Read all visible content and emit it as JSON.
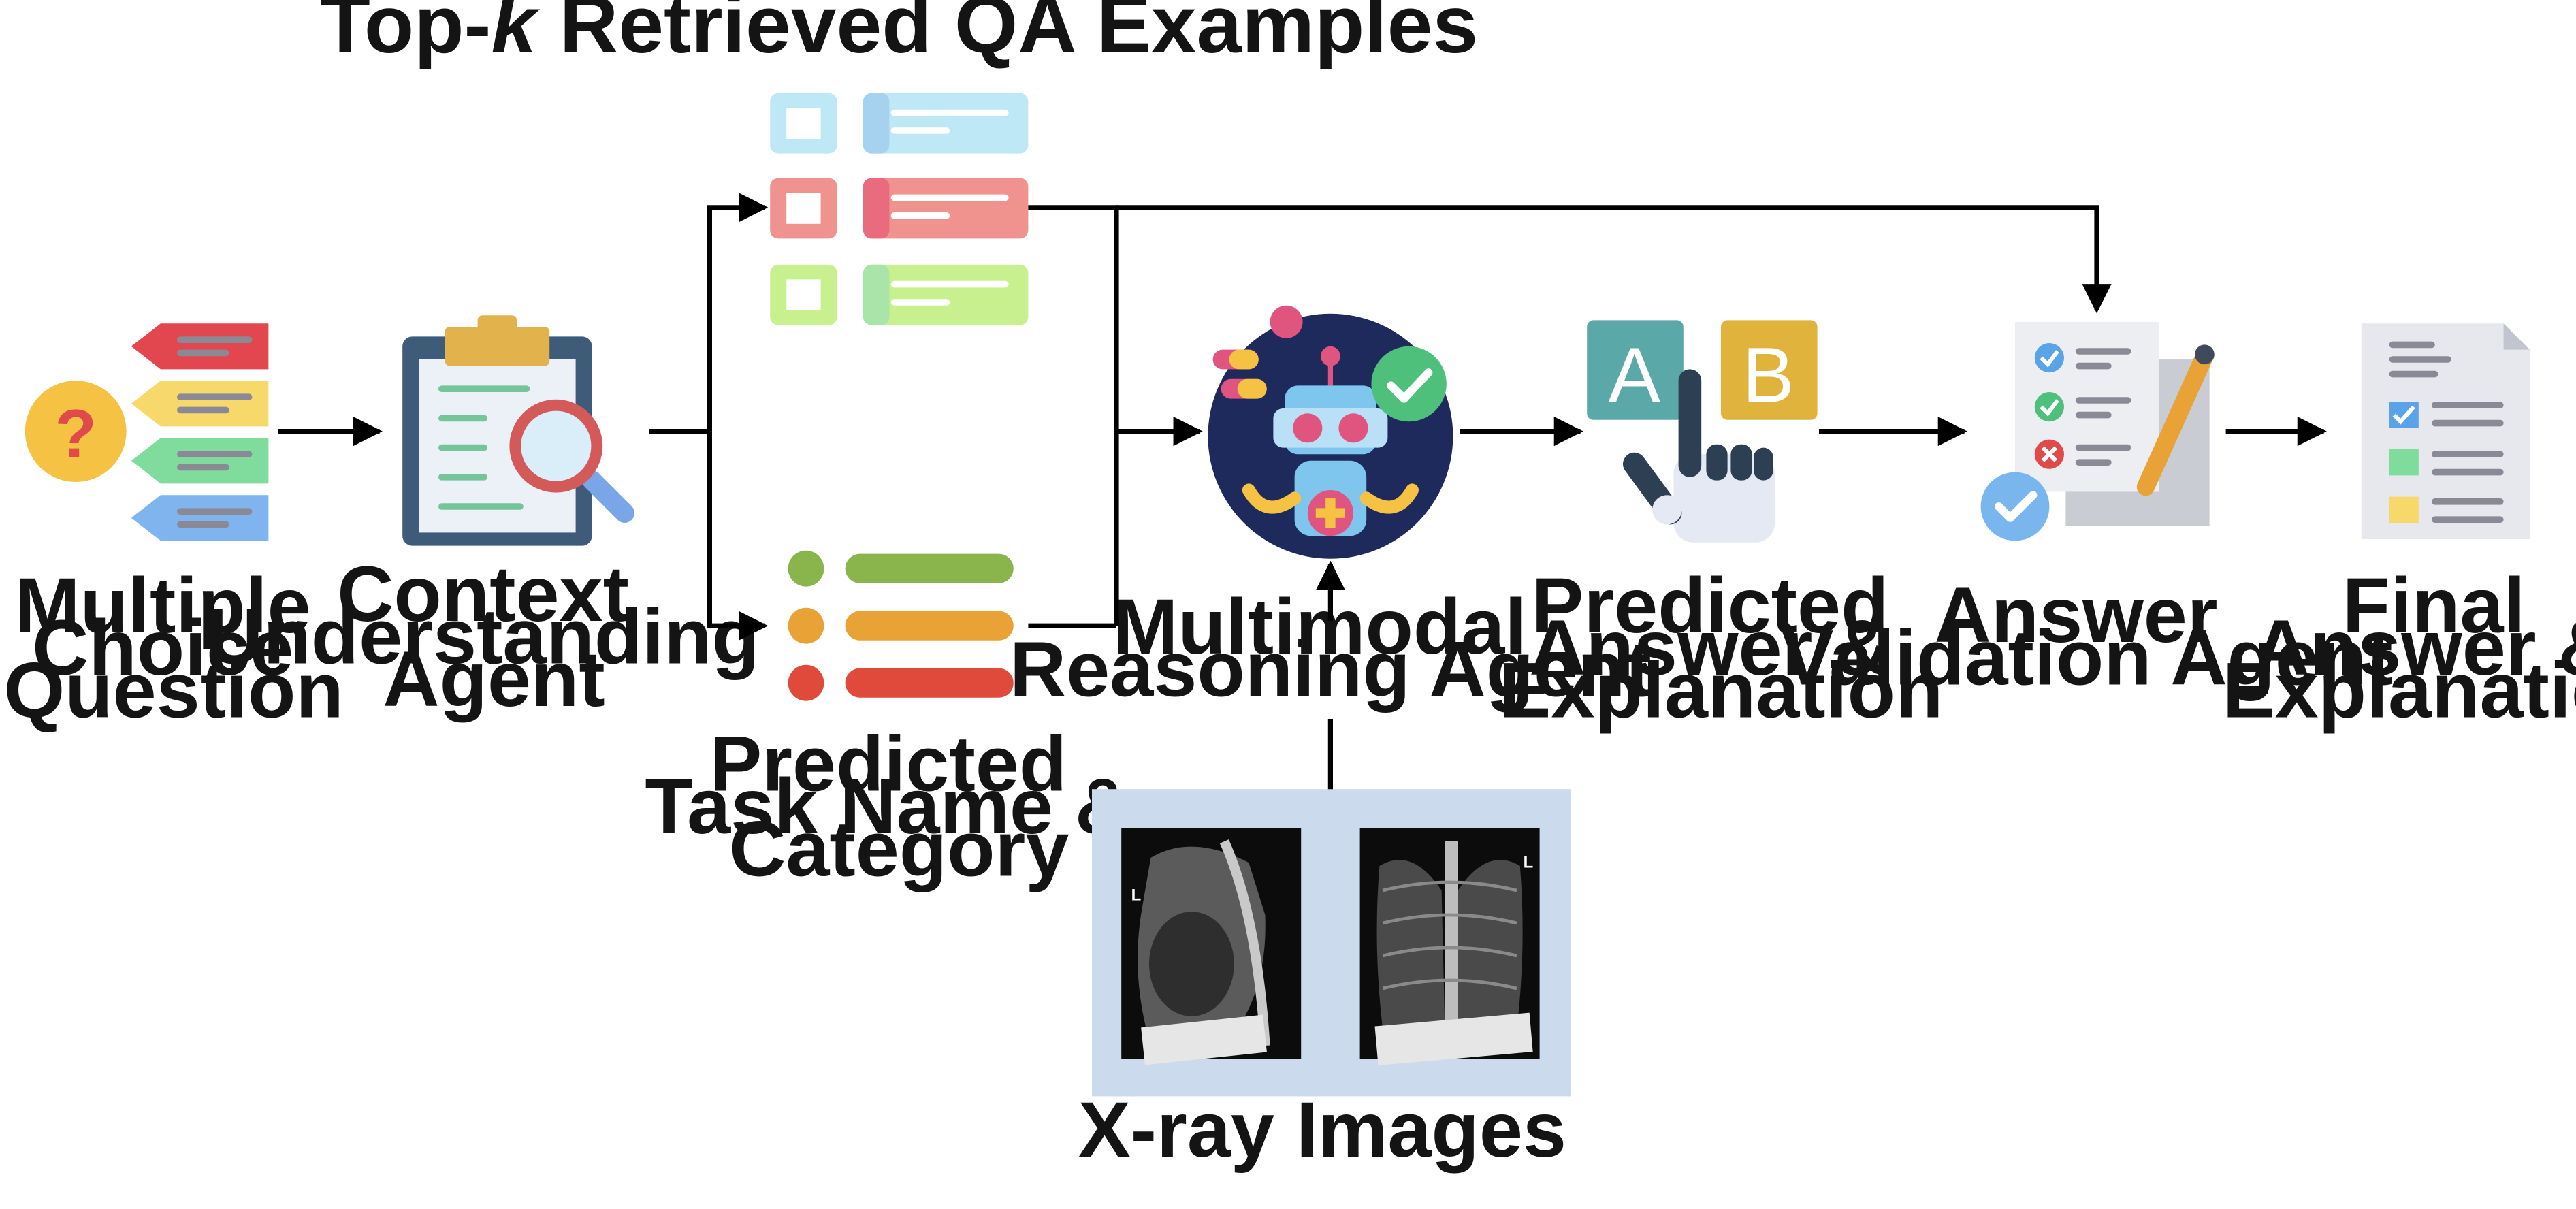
{
  "title": {
    "prefix": "Top-",
    "k": "k",
    "suffix": " Retrieved QA Examples"
  },
  "labels": {
    "mcq": [
      "Multiple",
      "Choice",
      "Question"
    ],
    "context_agent": [
      "Context",
      "Understanding",
      "Agent"
    ],
    "task": [
      "Predicted",
      "Task Name &",
      "Category"
    ],
    "reasoning_agent": [
      "Multimodal",
      "Reasoning Agent"
    ],
    "xray": [
      "X-ray Images"
    ],
    "predicted_answer": [
      "Predicted",
      "Answer &",
      "Explanation"
    ],
    "validation_agent": [
      "Answer",
      "Validation Agent"
    ],
    "final_answer": [
      "Final",
      "Answer &",
      "Explanation"
    ]
  },
  "icons": {
    "question_mark": "?",
    "choice_a": "A",
    "choice_b": "B",
    "xray_marker_left": "L",
    "xray_marker_right": "L"
  },
  "colors": {
    "arrow": "#000000",
    "xray_panel": "#ccdaed",
    "retrieved_blue": "#bfe8f7",
    "retrieved_red": "#f0938f",
    "retrieved_green": "#c9f08f",
    "category_green": "#8ab54c",
    "category_orange": "#e8a236",
    "category_red": "#df4a3a",
    "robot_bg": "#1f2a5c"
  }
}
